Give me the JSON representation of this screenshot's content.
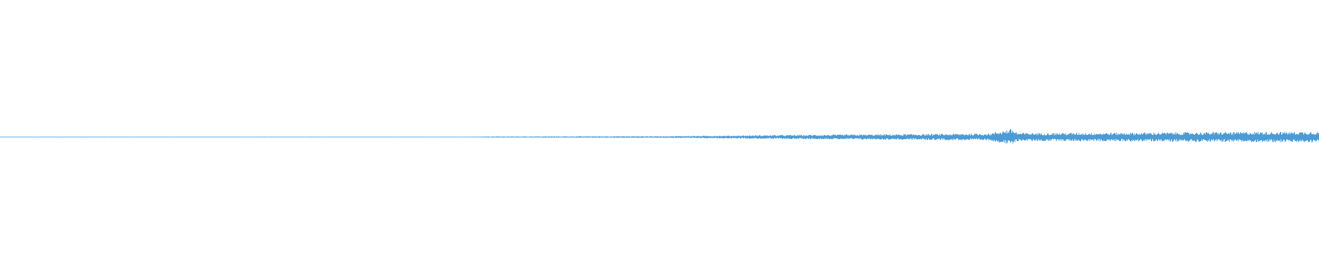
{
  "waveform": {
    "color": "#4a9bd6",
    "baseline_color": "#7fb8e6",
    "duration_fraction_start": 0.0,
    "duration_fraction_end": 1.0,
    "amplitude_profile": [
      {
        "t": 0.0,
        "amp": 0.002
      },
      {
        "t": 0.36,
        "amp": 0.002
      },
      {
        "t": 0.37,
        "amp": 0.004
      },
      {
        "t": 0.5,
        "amp": 0.006
      },
      {
        "t": 0.55,
        "amp": 0.01
      },
      {
        "t": 0.58,
        "amp": 0.014
      },
      {
        "t": 0.64,
        "amp": 0.018
      },
      {
        "t": 0.7,
        "amp": 0.022
      },
      {
        "t": 0.75,
        "amp": 0.026
      },
      {
        "t": 0.767,
        "amp": 0.06
      },
      {
        "t": 0.772,
        "amp": 0.03
      },
      {
        "t": 0.85,
        "amp": 0.032
      },
      {
        "t": 0.92,
        "amp": 0.036
      },
      {
        "t": 1.0,
        "amp": 0.04
      }
    ]
  }
}
